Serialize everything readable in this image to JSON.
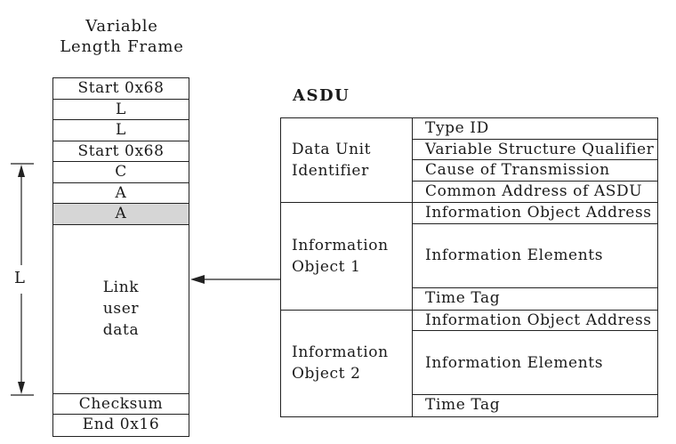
{
  "frame": {
    "title_line1": "Variable",
    "title_line2": "Length Frame",
    "cells": [
      "Start 0x68",
      "L",
      "L",
      "Start 0x68",
      "C",
      "A",
      "A"
    ],
    "user_data": "Link\nuser\ndata",
    "checksum": "Checksum",
    "end": "End 0x16",
    "length_label": "L"
  },
  "asdu": {
    "label": "ASDU",
    "groups": [
      {
        "name": "Data Unit\nIdentifier",
        "fields": [
          "Type ID",
          "Variable Structure Qualifier",
          "Cause of Transmission",
          "Common Address of ASDU"
        ]
      },
      {
        "name": "Information\nObject 1",
        "fields": [
          "Information Object Address",
          "Information Elements",
          "Time Tag"
        ]
      },
      {
        "name": "Information\nObject 2",
        "fields": [
          "Information Object Address",
          "Information Elements",
          "Time Tag"
        ]
      }
    ]
  }
}
